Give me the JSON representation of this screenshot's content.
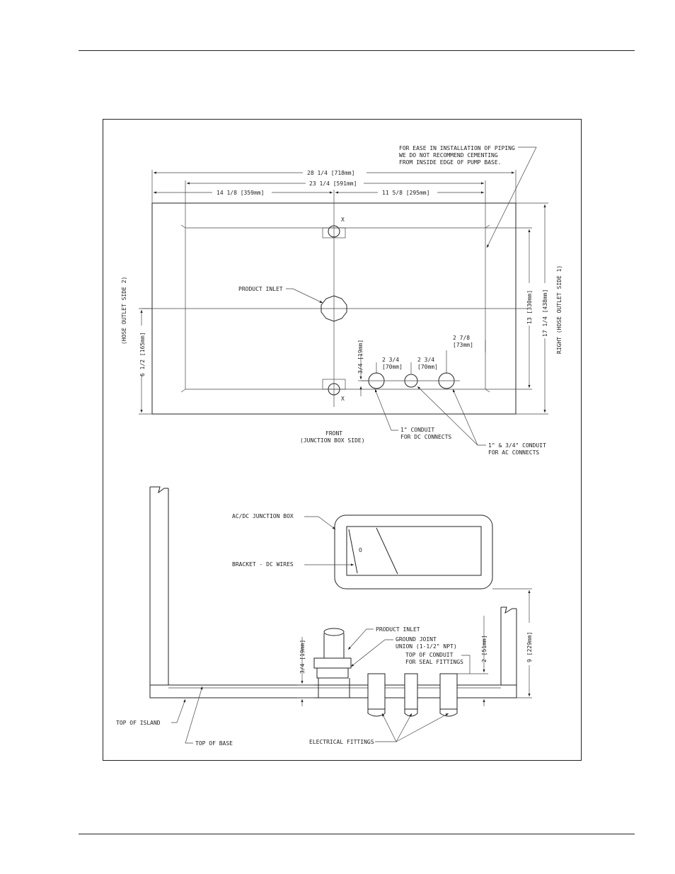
{
  "labels": {
    "note": [
      "FOR EASE IN INSTALLATION OF PIPING",
      "WE DO NOT RECOMMEND CEMENTING",
      "FROM INSIDE EDGE OF PUMP BASE."
    ],
    "dim_overall": "28 1/4 [718mm]",
    "dim_inner": "23 1/4 [591mm]",
    "dim_left": "14 1/8 [359mm]",
    "dim_right": "11 5/8 [295mm]",
    "product_inlet": "PRODUCT INLET",
    "hose_outlet_side2": "(HOSE OUTLET SIDE 2)",
    "dim_side_half": "6 1/2 [165mm]",
    "dim_13": "13 [330mm]",
    "dim_17": "17 1/4 [438mm]",
    "right_side": "RIGHT (HOSE OUTLET SIDE 1)",
    "dim_34_top": "3/4 [19mm]",
    "dim_234_a": [
      "2 3/4",
      "[70mm]"
    ],
    "dim_234_b": [
      "2 3/4",
      "[70mm]"
    ],
    "dim_278": [
      "2 7/8",
      "[73mm]"
    ],
    "x_mark": "X",
    "front": [
      "FRONT",
      "(JUNCTION BOX SIDE)"
    ],
    "conduit_dc": [
      "1\" CONDUIT",
      "FOR DC CONNECTS"
    ],
    "conduit_ac": [
      "1\" & 3/4\" CONDUIT",
      "FOR AC CONNECTS"
    ],
    "junction_box": "AC/DC JUNCTION BOX",
    "bracket": "BRACKET - DC WIRES",
    "product_inlet_side": "PRODUCT INLET",
    "ground_joint": [
      "GROUND JOINT",
      "UNION (1-1/2\" NPT)"
    ],
    "dim_34_side": "3/4 [19mm]",
    "top_conduit": [
      "TOP OF CONDUIT",
      "FOR SEAL FITTINGS"
    ],
    "dim_2": "2 [51mm]",
    "dim_9": "9 [229mm]",
    "top_island": "TOP OF ISLAND",
    "top_base": "TOP OF BASE",
    "electrical_fittings": "ELECTRICAL FITTINGS",
    "bracket_o": "O"
  }
}
